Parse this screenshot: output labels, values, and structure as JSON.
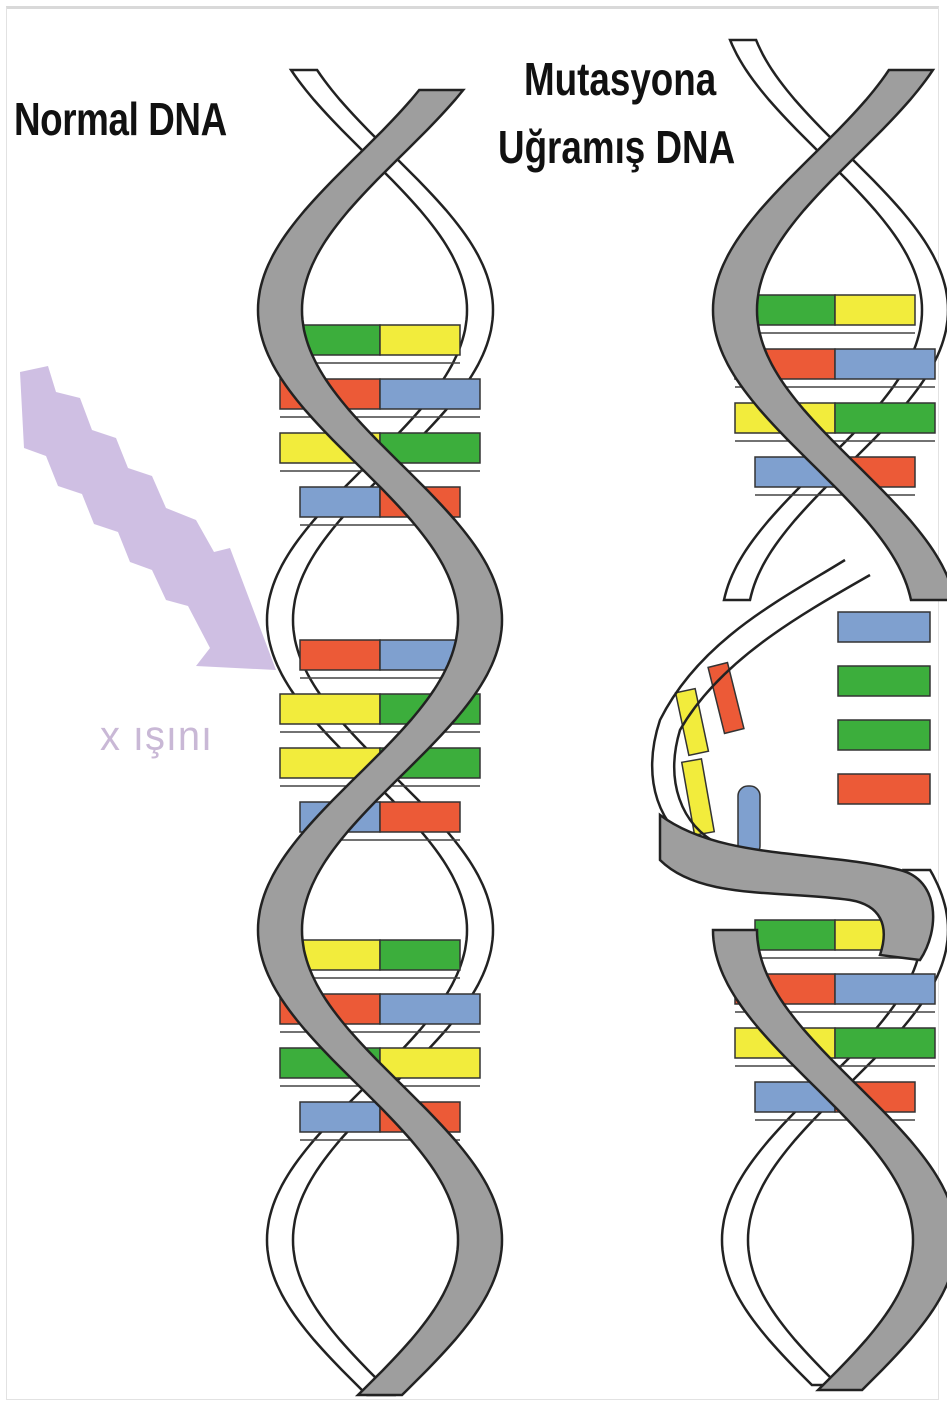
{
  "labels": {
    "normal": "Normal DNA",
    "mutated_line1": "Mutasyona",
    "mutated_line2": "Uğramış DNA",
    "xray": "x ışını"
  },
  "colors": {
    "backbone_fill": "#9e9e9e",
    "backbone_stroke": "#222222",
    "green": "#3cae3c",
    "yellow": "#f2ec3c",
    "red": "#ec5a37",
    "blue": "#7fa0cf",
    "arrow": "#c7b4de"
  },
  "normal_dna": {
    "groups": [
      [
        [
          "green",
          "yellow"
        ],
        [
          "red",
          "blue"
        ],
        [
          "yellow",
          "green"
        ],
        [
          "blue",
          "red"
        ]
      ],
      [
        [
          "red",
          "blue"
        ],
        [
          "yellow",
          "green"
        ],
        [
          "yellow",
          "green"
        ],
        [
          "blue",
          "red"
        ]
      ],
      [
        [
          "yellow",
          "green"
        ],
        [
          "red",
          "blue"
        ],
        [
          "green",
          "yellow"
        ],
        [
          "blue",
          "red"
        ]
      ]
    ]
  },
  "mutated_dna": {
    "groups": [
      [
        [
          "green",
          "yellow"
        ],
        [
          "red",
          "blue"
        ],
        [
          "yellow",
          "green"
        ],
        [
          "blue",
          "red"
        ]
      ],
      [
        [
          "green",
          "yellow"
        ],
        [
          "red",
          "blue"
        ],
        [
          "yellow",
          "green"
        ],
        [
          "blue",
          "red"
        ]
      ]
    ],
    "broken_left": [
      "yellow",
      "yellow",
      "red",
      "blue"
    ],
    "broken_right": [
      "blue",
      "green",
      "green",
      "red"
    ]
  }
}
